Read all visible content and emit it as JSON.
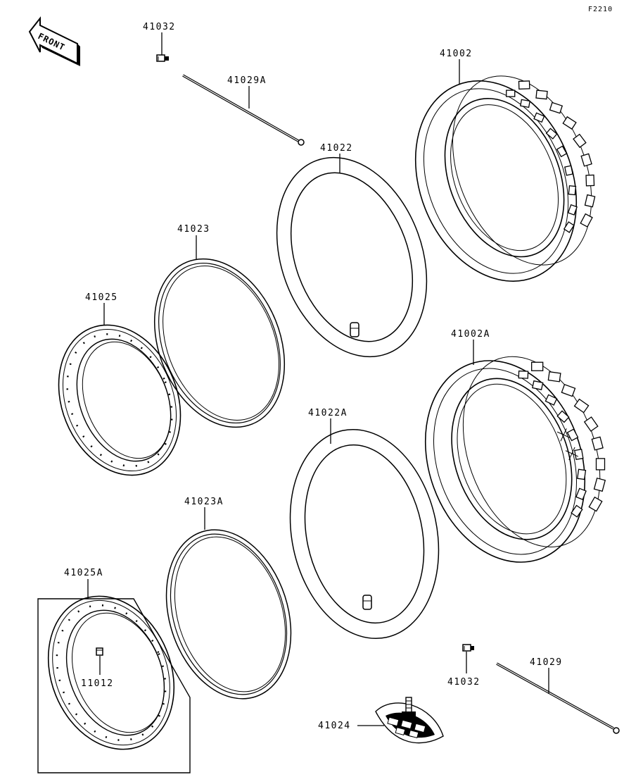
{
  "sheet_code": "F2210",
  "front_label": "FRONT",
  "parts": {
    "p41032_top": "41032",
    "p41029A": "41029A",
    "p41022": "41022",
    "p41002": "41002",
    "p41023": "41023",
    "p41025": "41025",
    "p41002A": "41002A",
    "p41022A": "41022A",
    "p41023A": "41023A",
    "p41025A": "41025A",
    "p11012": "11012",
    "p41029": "41029",
    "p41032_bottom": "41032",
    "p41024": "41024"
  }
}
